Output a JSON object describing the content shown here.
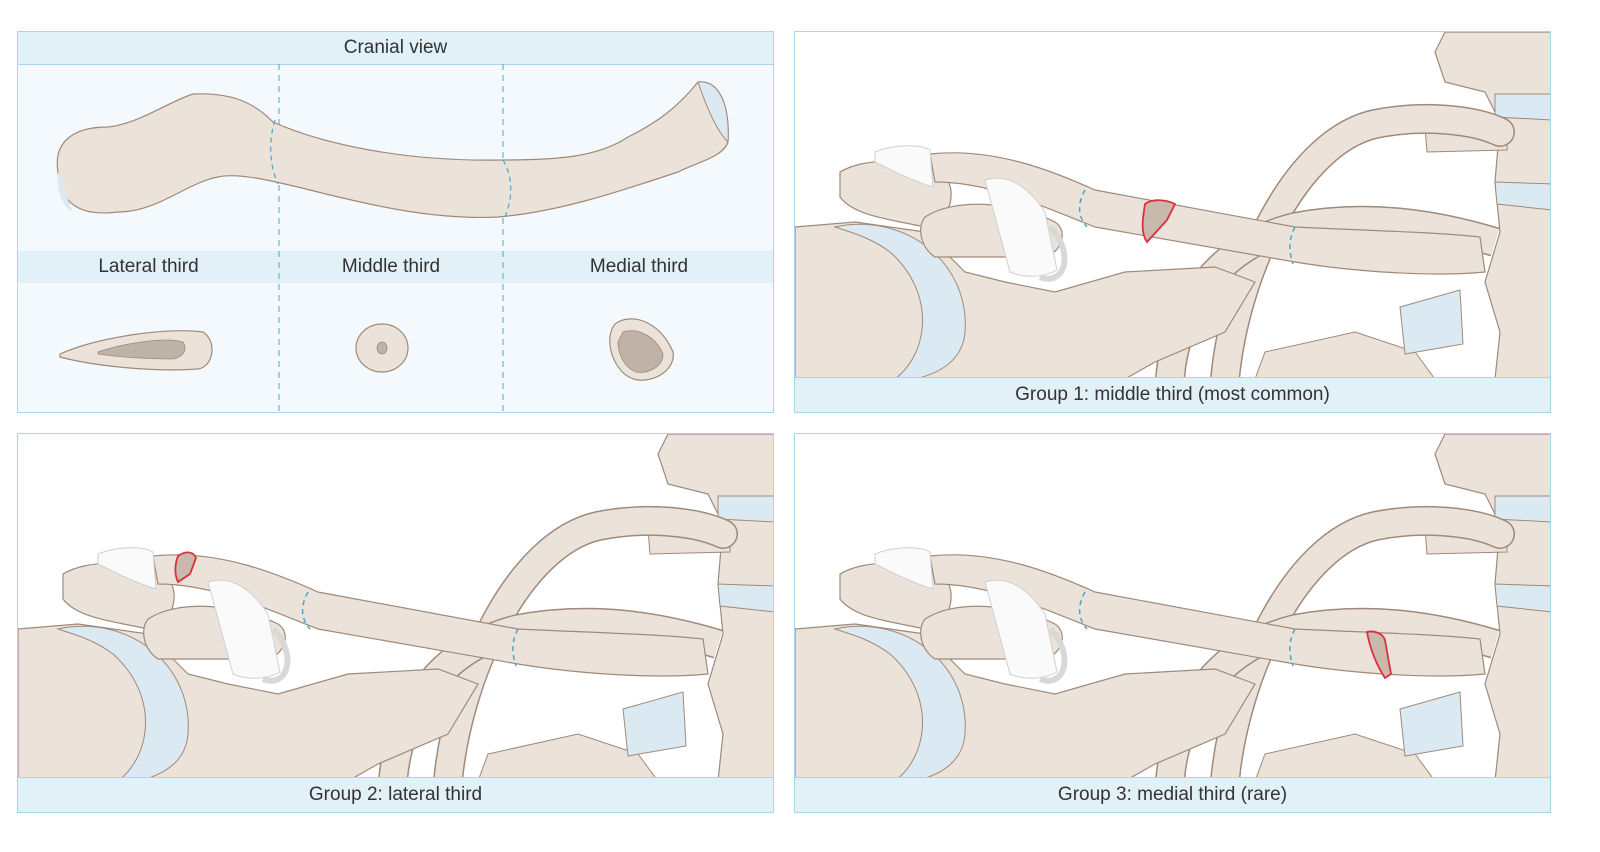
{
  "cranial": {
    "title": "Cranial view",
    "sections": [
      {
        "label": "Lateral third"
      },
      {
        "label": "Middle third"
      },
      {
        "label": "Medial third"
      }
    ]
  },
  "groups": [
    {
      "caption": "Group 1: middle third (most common)",
      "fracture_site": "middle"
    },
    {
      "caption": "Group 2: lateral third",
      "fracture_site": "lateral"
    },
    {
      "caption": "Group 3: medial third (rare)",
      "fracture_site": "medial"
    }
  ],
  "colors": {
    "bone": "#ebe3da",
    "outline": "#a0897a",
    "cartilage": "#dbe9f2",
    "band": "#e2f0f7",
    "border": "#a9d6e8",
    "dash": "#4aa7c4",
    "fracture": "#d9323f"
  }
}
